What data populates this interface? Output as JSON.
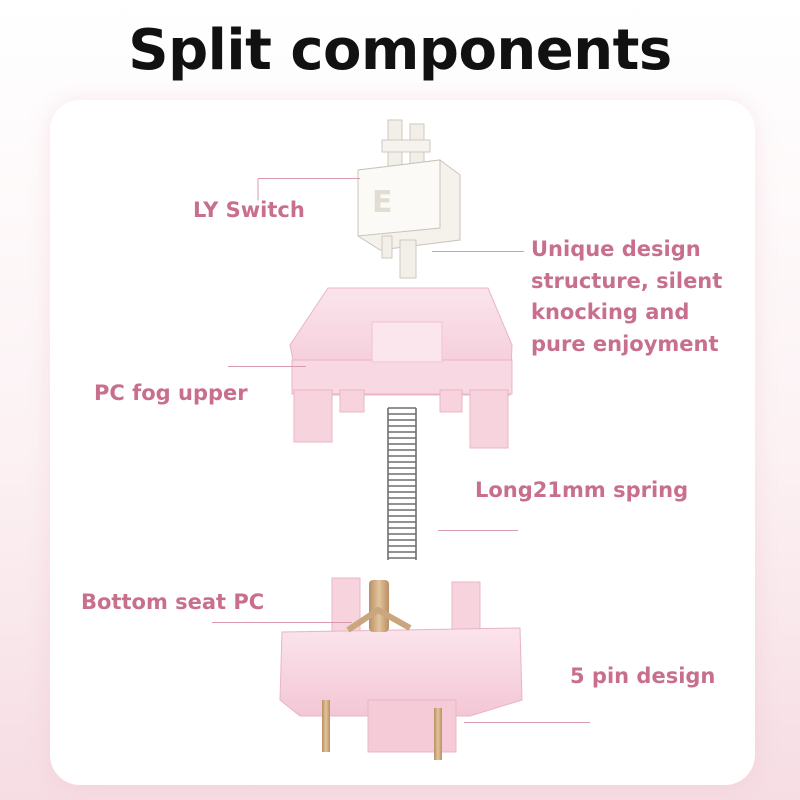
{
  "title": "Split components",
  "labels": {
    "switch": "LY Switch",
    "description": "Unique design structure, silent knocking and pure enjoyment",
    "upper": "PC fog upper",
    "spring": "Long21mm spring",
    "bottom": "Bottom seat PC",
    "pins": "5 pin design"
  },
  "colors": {
    "label": "#c86f8c",
    "leader_line": "#d99aae",
    "housing_pink": "#f7d3de",
    "stem_white": "#f4f1ea",
    "pin_copper": "#caa67e"
  }
}
